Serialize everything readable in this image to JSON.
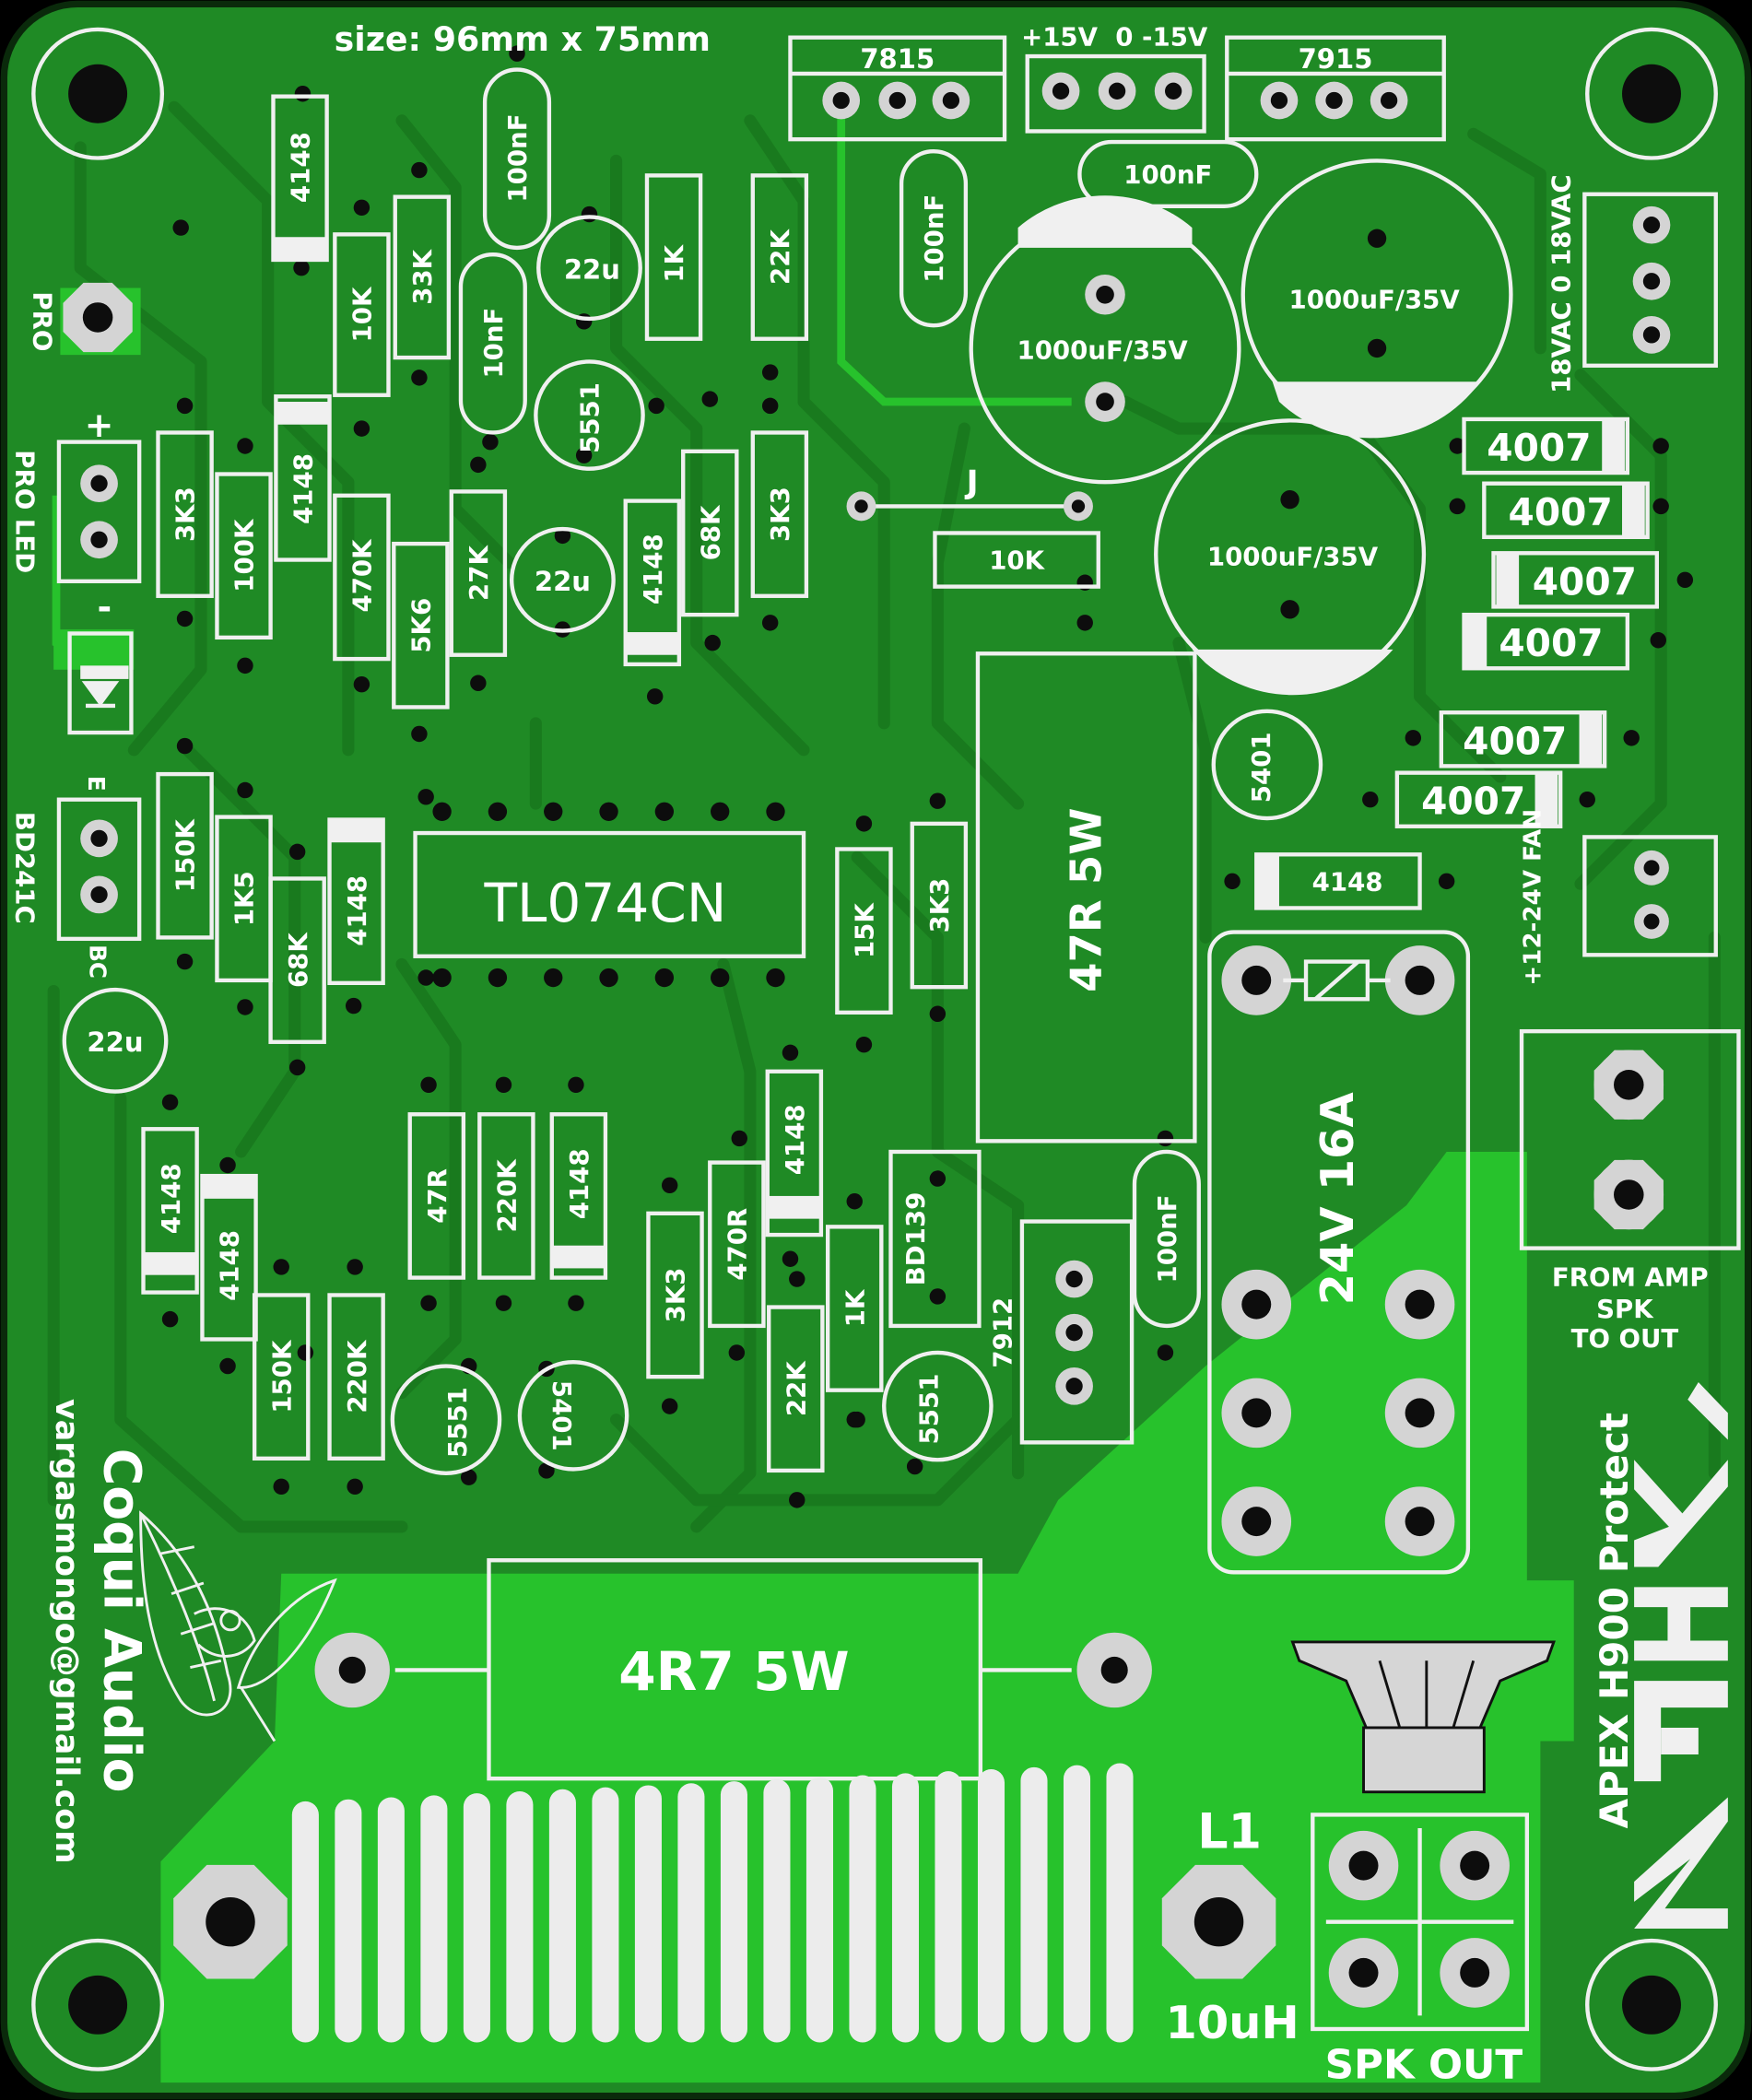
{
  "colors": {
    "board": "#1f8a25",
    "trace": "#188020",
    "copper_fill": "#27c22c",
    "silk": "#f2f2f2",
    "pad": "#d4d4d4",
    "drill": "#0d0d0d"
  },
  "title": {
    "size": "size: 96mm x 75mm"
  },
  "connectors": {
    "reg_7815": "7815",
    "reg_7915": "7915",
    "reg_7912": "7912",
    "rails": "+15V  0 -15V",
    "ac_in": "18VAC 0 18VAC",
    "pro": "PRO",
    "pro_led": "PRO LED",
    "plus": "+",
    "minus": "-",
    "bd241c": "BD241C",
    "e": "E",
    "bc": "BC",
    "fan": "+12-24V FAN",
    "from_amp_1": "FROM AMP",
    "from_amp_2": "SPK",
    "from_amp_3": "TO OUT",
    "spk_out": "SPK OUT",
    "l1": "L1",
    "l1_value": "10uH",
    "j": "J"
  },
  "components": {
    "c100n_1": "100nF",
    "c100n_2": "100nF",
    "c100n_3": "100nF",
    "c100n_4": "100nF",
    "c10n": "10nF",
    "c1000_1": "1000uF/35V",
    "c1000_2": "1000uF/35V",
    "c1000_3": "1000uF/35V",
    "c22u_1": "22u",
    "c22u_2": "22u",
    "c22u_3": "22u",
    "d4148_1": "4148",
    "d4148_2": "4148",
    "d4148_3": "4148",
    "d4148_4": "4148",
    "d4148_5": "4148",
    "d4148_6": "4148",
    "d4148_7": "4148",
    "d4148_8": "4148",
    "d4148_9": "4148",
    "d4007_1": "4007",
    "d4007_2": "4007",
    "d4007_3": "4007",
    "d4007_4": "4007",
    "d4007_5": "4007",
    "d4007_6": "4007",
    "r10k_1": "10K",
    "r33k": "33K",
    "r1k_1": "1K",
    "r22k_1": "22K",
    "r3k3_1": "3K3",
    "r100k": "100K",
    "r470k": "470K",
    "r5k6": "5K6",
    "r27k": "27K",
    "r68k_1": "68K",
    "r3k3_2": "3K3",
    "r10k_2": "10K",
    "r150k_1": "150K",
    "r1k5": "1K5",
    "r68k_2": "68K",
    "r15k": "15K",
    "r3k3_3": "3K3",
    "r47r": "47R",
    "r220k_1": "220K",
    "r3k3_4": "3K3",
    "r470r": "470R",
    "r22k_2": "22K",
    "r1k_2": "1K",
    "r150k_2": "150K",
    "r220k_2": "220K",
    "t5551_1": "5551",
    "t5551_2": "5551",
    "t5551_3": "5551",
    "t5401_1": "5401",
    "t5401_2": "5401",
    "bd139": "BD139",
    "ic": "TL074CN",
    "r47r_5w": "47R 5W",
    "r4r7_5w": "4R7 5W",
    "relay": "24V 16A"
  },
  "credits": {
    "brand": "Coqui Audio",
    "email": "vargasmongo@gmail.com",
    "product": "APEX H900 Protect",
    "logo": "APEX"
  }
}
